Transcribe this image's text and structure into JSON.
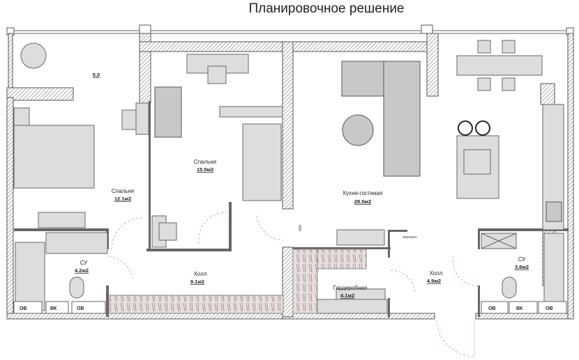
{
  "title": "Планировочное решение",
  "rooms": {
    "balcony": {
      "area": "5,0"
    },
    "bedroom1": {
      "name": "Спальня",
      "area": "12.1м2"
    },
    "bedroom2": {
      "name": "Спальня",
      "area": "15.5м2"
    },
    "kitchen_living": {
      "name": "Кухня-гостиная",
      "area": "28.5м2"
    },
    "bath1": {
      "name": "СУ",
      "area": "4.2м2"
    },
    "hall1": {
      "name": "Холл",
      "area": "9.1м2"
    },
    "wardrobe": {
      "name": "Гардеробная",
      "area": "4.1м2"
    },
    "hall2": {
      "name": "Холл",
      "area": "4.9м2"
    },
    "bath2": {
      "name": "СУ",
      "area": "3.8м2"
    }
  },
  "annotations": {
    "dimension": "900",
    "mirror": "зеркало"
  },
  "risers": [
    "ОВ",
    "ВК",
    "ОВ",
    "ОВ",
    "ВК",
    "ОВ"
  ]
}
